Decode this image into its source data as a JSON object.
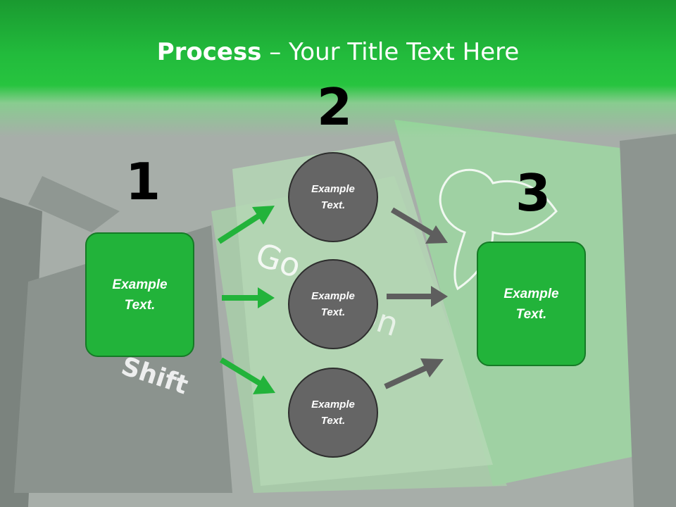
{
  "slide": {
    "title_bold": "Process",
    "title_rest": " – Your Title Text Here"
  },
  "steps": {
    "n1": "1",
    "n2": "2",
    "n3": "3"
  },
  "left_box": {
    "text": "Example Text."
  },
  "right_box": {
    "text": "Example Text."
  },
  "circles": [
    {
      "text": "Example Text."
    },
    {
      "text": "Example Text."
    },
    {
      "text": "Example Text."
    }
  ],
  "background_keyboard": {
    "key_labels": [
      "Go",
      "on",
      "Shift"
    ]
  },
  "colors": {
    "title_band": "#22bb3c",
    "box_fill": "#22b33a",
    "box_border": "#157a26",
    "circle_fill": "#656565",
    "green_arrow": "#22b33a",
    "gray_arrow": "#5e5e5e"
  }
}
